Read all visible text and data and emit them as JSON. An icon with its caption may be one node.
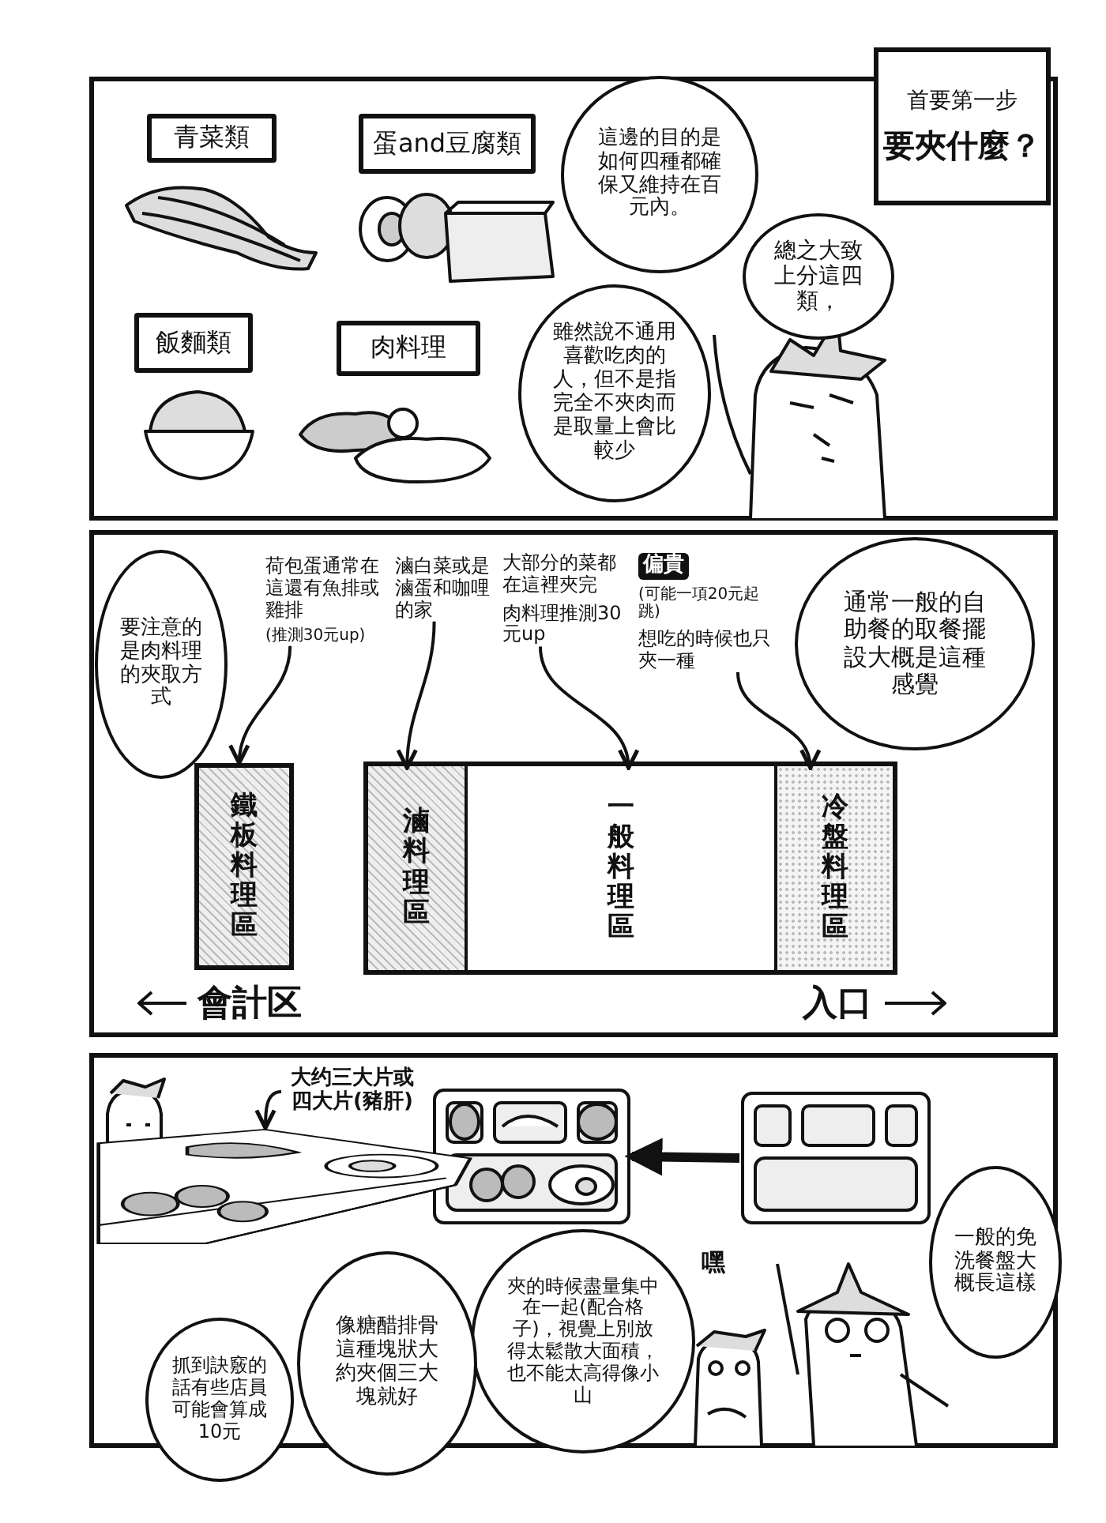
{
  "diagram": {
    "nodes": [
      {
        "text": [
          "首要第一步",
          "要夾什麼？"
        ]
      },
      {
        "text": [
          "青菜類"
        ]
      },
      {
        "text": [
          "蛋and豆腐類"
        ]
      },
      {
        "text": [
          "飯麵類"
        ]
      },
      {
        "text": [
          "肉料理"
        ]
      },
      {
        "text": [
          "總之大致上分這四類，"
        ]
      },
      {
        "text": [
          "這邊的目的是如何四種都確保又維持在百元內。"
        ]
      },
      {
        "text": [
          "雖然說不通用喜歡吃肉的人，但不是指完全不夾肉而是取量上會比較少"
        ]
      },
      {
        "text": [
          "通常一般的自助餐的取餐擺設大概是這種感覺"
        ]
      },
      {
        "text": [
          "偏貴",
          "(可能一項20元起跳)",
          "想吃的時候也只夾一種"
        ]
      },
      {
        "text": [
          "大部分的菜都在這裡夾完",
          "肉料理推測30元up"
        ]
      },
      {
        "text": [
          "滷白菜或是滷蛋和咖哩的家"
        ]
      },
      {
        "text": [
          "荷包蛋通常在這還有魚排或雞排",
          "(推測30元up)"
        ]
      },
      {
        "text": [
          "要注意的是肉料理的夾取方式"
        ]
      },
      {
        "text": [],
        "shape": "box"
      },
      {
        "text": [
          "滷料理區"
        ],
        "in": 14
      },
      {
        "text": [
          "一般料理區"
        ],
        "in": 14
      },
      {
        "text": [
          "冷盤料理區"
        ],
        "in": 14
      },
      {
        "text": [
          "鐵板料理區"
        ]
      },
      {
        "text": [],
        "shape": "picture"
      },
      {
        "text": [],
        "shape": "picture"
      },
      {
        "text": [
          "一般的免洗餐盤大概長這樣"
        ]
      },
      {
        "text": [
          "夾的時候盡量集中在一起(配合格子)，視覺上別放得太鬆散大面積，也不能太高得像小山"
        ]
      },
      {
        "text": [
          "像糖醋排骨這種塊狀大約夾個三大塊就好"
        ]
      },
      {
        "text": [
          "抓到訣竅的話有些店員可能會算成10元"
        ]
      },
      {
        "text": [],
        "shape": "picture"
      },
      {
        "text": [
          "大约三大片或四大片(豬肝)"
        ]
      }
    ],
    "edges": [
      {
        "from": 9,
        "to": 17,
        "arrow": "to"
      },
      {
        "from": 10,
        "to": 16,
        "arrow": "to"
      },
      {
        "from": 11,
        "to": 15,
        "arrow": "to"
      },
      {
        "from": 12,
        "to": 18,
        "arrow": "to"
      },
      {
        "from": 19,
        "to": 20,
        "arrow": "to",
        "style": "thick"
      },
      {
        "from": 26,
        "to": 25,
        "arrow": "to"
      }
    ],
    "labels": [
      "會計区",
      "入口",
      "嘿"
    ]
  }
}
